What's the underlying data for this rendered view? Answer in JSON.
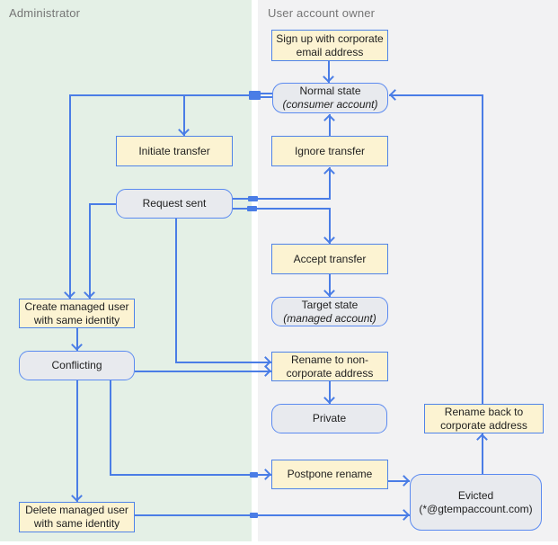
{
  "lanes": [
    {
      "label": "Administrator"
    },
    {
      "label": "User account owner"
    }
  ],
  "nodes": {
    "sign_up": {
      "type": "action",
      "lines": [
        "Sign up with corporate",
        "email address"
      ]
    },
    "normal_state": {
      "type": "state",
      "lines": [
        "Normal state",
        "(consumer account)"
      ]
    },
    "initiate_transfer": {
      "type": "action",
      "lines": [
        "Initiate transfer"
      ]
    },
    "ignore_transfer": {
      "type": "action",
      "lines": [
        "Ignore transfer"
      ]
    },
    "request_sent": {
      "type": "state",
      "lines": [
        "Request sent"
      ]
    },
    "accept_transfer": {
      "type": "action",
      "lines": [
        "Accept transfer"
      ]
    },
    "target_state": {
      "type": "state",
      "lines": [
        "Target state",
        "(managed account)"
      ]
    },
    "create_managed_user": {
      "type": "action",
      "lines": [
        "Create managed user",
        "with same identity"
      ]
    },
    "conflicting": {
      "type": "state",
      "lines": [
        "Conflicting"
      ]
    },
    "rename_non_corporate": {
      "type": "action",
      "lines": [
        "Rename to non-",
        "corporate address"
      ]
    },
    "private": {
      "type": "state",
      "lines": [
        "Private"
      ]
    },
    "rename_back": {
      "type": "action",
      "lines": [
        "Rename back to",
        "corporate address"
      ]
    },
    "postpone_rename": {
      "type": "action",
      "lines": [
        "Postpone rename"
      ]
    },
    "evicted": {
      "type": "state",
      "lines": [
        "Evicted",
        "(*@gtempaccount.com)"
      ]
    },
    "delete_managed_user": {
      "type": "action",
      "lines": [
        "Delete managed user",
        "with same identity"
      ]
    }
  },
  "edges": [
    {
      "from": "sign-up",
      "to": "normal-state"
    },
    {
      "from": "normal-state",
      "to": "initiate-transfer"
    },
    {
      "from": "normal-state",
      "to": "create-managed-user"
    },
    {
      "from": "initiate-transfer",
      "to": "request-sent"
    },
    {
      "from": "request-sent",
      "to": "ignore-transfer"
    },
    {
      "from": "ignore-transfer",
      "to": "normal-state"
    },
    {
      "from": "request-sent",
      "to": "accept-transfer"
    },
    {
      "from": "accept-transfer",
      "to": "target-state"
    },
    {
      "from": "request-sent",
      "to": "create-managed-user"
    },
    {
      "from": "request-sent",
      "to": "rename-to-non-corporate-address"
    },
    {
      "from": "create-managed-user",
      "to": "conflicting"
    },
    {
      "from": "conflicting",
      "to": "rename-to-non-corporate-address"
    },
    {
      "from": "rename-to-non-corporate-address",
      "to": "private"
    },
    {
      "from": "conflicting",
      "to": "postpone-rename"
    },
    {
      "from": "conflicting",
      "to": "delete-managed-user"
    },
    {
      "from": "postpone-rename",
      "to": "evicted"
    },
    {
      "from": "delete-managed-user",
      "to": "evicted"
    },
    {
      "from": "evicted",
      "to": "rename-back-to-corporate-address"
    },
    {
      "from": "rename-back-to-corporate-address",
      "to": "normal-state"
    }
  ],
  "colors": {
    "action_fill": "#fcf3d2",
    "state_fill": "#e8eaee",
    "stroke_blue": "#4a7de6",
    "lane_admin_bg": "#e4f0e6",
    "lane_user_bg": "#f2f2f3",
    "lane_label": "#757575",
    "node_text": "#1e1e1e"
  }
}
